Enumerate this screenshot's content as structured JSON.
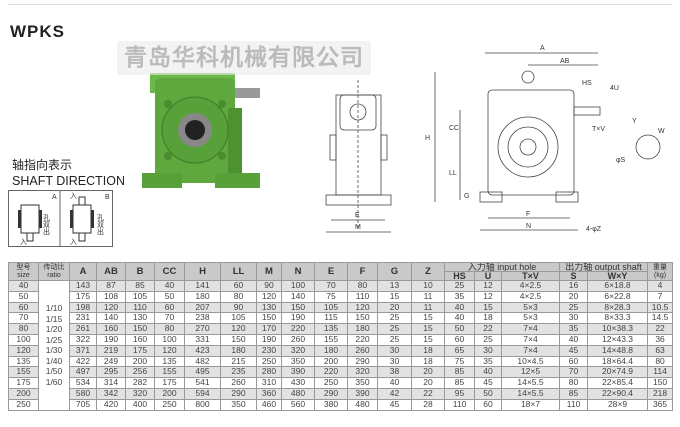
{
  "title": "WPKS",
  "watermark": "青岛华科机械有限公司",
  "shaft_direction": {
    "label_cn": "轴指向表示",
    "label_en": "SHAFT DIRECTION",
    "boxes": [
      {
        "id": "A",
        "input": "入",
        "note": "孔双出"
      },
      {
        "id": "B",
        "input": "入",
        "note": "孔双出"
      }
    ]
  },
  "drawing_labels": {
    "A": "A",
    "AB": "AB",
    "HS": "HS",
    "U": "4U",
    "TV": "T×V",
    "Y": "Y",
    "W": "W",
    "S": "φS",
    "H": "H",
    "CC": "CC",
    "LL": "LL",
    "G": "G",
    "F": "F",
    "N": "N",
    "Z": "4-φZ",
    "E": "E",
    "M": "M"
  },
  "table": {
    "size_cn": "型号",
    "size_en": "size",
    "ratio_cn": "传动比",
    "ratio_en": "ratio",
    "cols": [
      "A",
      "AB",
      "B",
      "CC",
      "H",
      "LL",
      "M",
      "N",
      "E",
      "F",
      "G",
      "Z"
    ],
    "input_group": "入力轴 input hole",
    "input_cols": [
      "HS",
      "U",
      "T×V"
    ],
    "output_group": "出力轴 output shaft",
    "output_cols": [
      "S",
      "W×Y"
    ],
    "weight_cn": "重量",
    "weight_en": "(kg)",
    "ratios": "1/10\n1/15\n1/20\n1/25\n1/30\n1/40\n1/50\n1/60",
    "rows": [
      [
        "40",
        "143",
        "87",
        "85",
        "40",
        "141",
        "60",
        "90",
        "100",
        "70",
        "80",
        "13",
        "10",
        "25",
        "12",
        "4×2.5",
        "16",
        "6×18.8",
        "4"
      ],
      [
        "50",
        "175",
        "108",
        "105",
        "50",
        "180",
        "80",
        "120",
        "140",
        "75",
        "110",
        "15",
        "11",
        "35",
        "12",
        "4×2.5",
        "20",
        "6×22.8",
        "7"
      ],
      [
        "60",
        "198",
        "120",
        "110",
        "60",
        "207",
        "90",
        "130",
        "150",
        "105",
        "120",
        "20",
        "11",
        "40",
        "15",
        "5×3",
        "25",
        "8×28.3",
        "10.5"
      ],
      [
        "70",
        "231",
        "140",
        "130",
        "70",
        "238",
        "105",
        "150",
        "190",
        "115",
        "150",
        "25",
        "15",
        "40",
        "18",
        "5×3",
        "30",
        "8×33.3",
        "14.5"
      ],
      [
        "80",
        "261",
        "160",
        "150",
        "80",
        "270",
        "120",
        "170",
        "220",
        "135",
        "180",
        "25",
        "15",
        "50",
        "22",
        "7×4",
        "35",
        "10×38.3",
        "22"
      ],
      [
        "100",
        "322",
        "190",
        "160",
        "100",
        "331",
        "150",
        "190",
        "260",
        "155",
        "220",
        "25",
        "15",
        "60",
        "25",
        "7×4",
        "40",
        "12×43.3",
        "36"
      ],
      [
        "120",
        "371",
        "219",
        "175",
        "120",
        "423",
        "180",
        "230",
        "320",
        "180",
        "260",
        "30",
        "18",
        "65",
        "30",
        "7×4",
        "45",
        "14×48.8",
        "63"
      ],
      [
        "135",
        "422",
        "249",
        "200",
        "135",
        "482",
        "215",
        "250",
        "350",
        "200",
        "290",
        "30",
        "18",
        "75",
        "35",
        "10×4.5",
        "60",
        "18×64.4",
        "80"
      ],
      [
        "155",
        "497",
        "295",
        "256",
        "155",
        "495",
        "235",
        "280",
        "390",
        "220",
        "320",
        "38",
        "20",
        "85",
        "40",
        "12×5",
        "70",
        "20×74.9",
        "114"
      ],
      [
        "175",
        "534",
        "314",
        "282",
        "175",
        "541",
        "260",
        "310",
        "430",
        "250",
        "350",
        "40",
        "20",
        "85",
        "45",
        "14×5.5",
        "80",
        "22×85.4",
        "150"
      ],
      [
        "200",
        "580",
        "342",
        "320",
        "200",
        "594",
        "290",
        "360",
        "480",
        "290",
        "390",
        "42",
        "22",
        "95",
        "50",
        "14×5.5",
        "85",
        "22×90.4",
        "218"
      ],
      [
        "250",
        "705",
        "420",
        "400",
        "250",
        "800",
        "350",
        "460",
        "560",
        "380",
        "480",
        "45",
        "28",
        "110",
        "60",
        "18×7",
        "110",
        "28×9",
        "365"
      ]
    ]
  },
  "colors": {
    "body_green": "#5fa83e",
    "header_gray": "#c9c9c9",
    "row_gray": "#e2e2e2"
  }
}
